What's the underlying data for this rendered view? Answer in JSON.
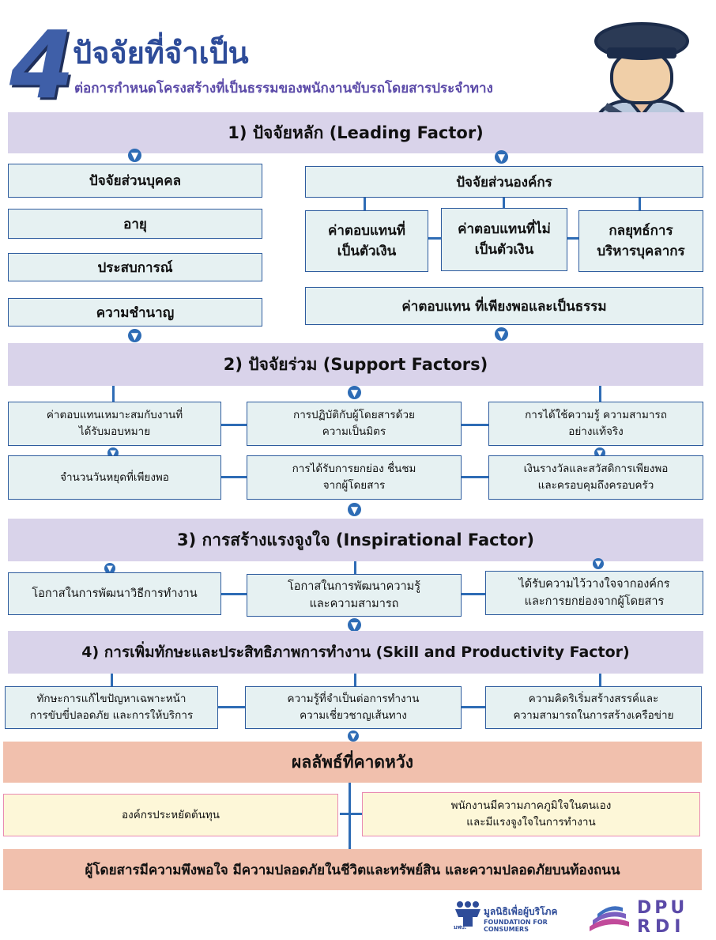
{
  "header": {
    "number": "4",
    "title": "ปัจจัยที่จำเป็น",
    "subtitle": "ต่อการกำหนดโครงสร้างที่เป็นธรรมของพนักงานขับรถโดยสารประจำทาง"
  },
  "section1": {
    "title": "1) ปัจจัยหลัก (Leading Factor)",
    "individual": {
      "title": "ปัจจัยส่วนบุคคล",
      "items": [
        "อายุ",
        "ประสบการณ์",
        "ความชำนาญ"
      ]
    },
    "organization": {
      "title": "ปัจจัยส่วนองค์กร",
      "items": [
        "ค่าตอบแทนที่\nเป็นตัวเงิน",
        "ค่าตอบแทนที่ไม่\nเป็นตัวเงิน",
        "กลยุทธ์การ\nบริหารบุคลากร"
      ],
      "result": "ค่าตอบแทน ที่เพียงพอและเป็นธรรม"
    }
  },
  "section2": {
    "title": "2) ปัจจัยร่วม (Support Factors)",
    "items": [
      "ค่าตอบแทนเหมาะสมกับงานที่\nได้รับมอบหมาย",
      "การปฏิบัติกับผู้โดยสารด้วย\nความเป็นมิตร",
      "การได้ใช้ความรู้ ความสามารถ\nอย่างแท้จริง",
      "จำนวนวันหยุดที่เพียงพอ",
      "การได้รับการยกย่อง ชื่นชม\nจากผู้โดยสาร",
      "เงินรางวัลและสวัสดิการเพียงพอ\nและครอบคุมถึงครอบครัว"
    ]
  },
  "section3": {
    "title": "3) การสร้างแรงจูงใจ (Inspirational Factor)",
    "items": [
      "โอกาสในการพัฒนาวิธีการทำงาน",
      "โอกาสในการพัฒนาความรู้\nและความสามารถ",
      "ได้รับความไว้วางใจจากองค์กร\nและการยกย่องจากผู้โดยสาร"
    ]
  },
  "section4": {
    "title": "4) การเพิ่มทักษะและประสิทธิภาพการทำงาน (Skill and Productivity Factor)",
    "items": [
      "ทักษะการแก้ไขปัญหาเฉพาะหน้า\nการขับขี่ปลอดภัย และการให้บริการ",
      "ความรู้ที่จำเป็นต่อการทำงาน\nความเชี่ยวชาญเส้นทาง",
      "ความคิดริเริ่มสร้างสรรค์และ\nความสามารถในการสร้างเครือข่าย"
    ]
  },
  "results": {
    "title": "ผลลัพธ์ที่คาดหวัง",
    "items": [
      "องค์กรประหยัดต้นทุน",
      "พนักงานมีความภาคภูมิใจในตนเอง\nและมีแรงจูงใจในการทำงาน"
    ],
    "final": "ผู้โดยสารมีความพึงพอใจ มีความปลอดภัยในชีวิตและทรัพย์สิน และความปลอดภัยบนท้องถนน"
  },
  "footer": {
    "logo1_text": "มูลนิธิเพื่อผู้บริโภค",
    "logo1_sub": "FOUNDATION FOR CONSUMERS",
    "logo1_abbr": "มพบ.",
    "logo2_line1": "DPU",
    "logo2_line2": "RDI"
  },
  "colors": {
    "header_bg": "#d9d3ea",
    "box_bg": "#e6f1f2",
    "box_border": "#2e5c9e",
    "connector": "#2e6cb5",
    "result_bg": "#f1c0ad",
    "result_box_bg": "#fdf7d8",
    "title_color": "#2e4c99"
  },
  "icons": [
    "driver-illustration",
    "arrow-down-icon"
  ]
}
